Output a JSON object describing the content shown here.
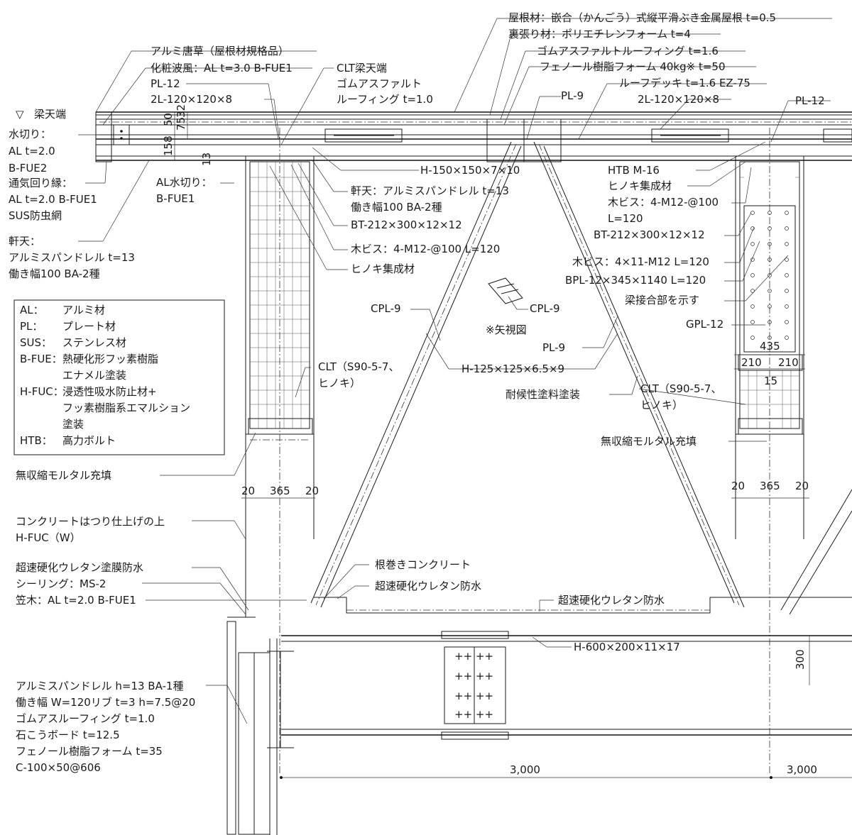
{
  "labels": {
    "top_roof": "屋根材：嵌合（かんごう）式縦平滑ぶき金属屋根 t=0.5",
    "top_back": "裏張り材：ポリエチレンフォーム t=4",
    "top_rubber": "ゴムアスファルトルーフィング t=1.6",
    "top_phenol": "フェノール樹脂フォーム 40kg※ t=50",
    "top_deck": "ルーフデッキ t=1.6 EZ-75",
    "top_2l_r": "2L-120×120×8",
    "top_pl12_r": "PL-12",
    "al_karakusa": "アルミ唐草（屋根材規格品）",
    "kesho": "化粧波風：AL t=3.0 B-FUE1",
    "pl12_l": "PL-12",
    "l2_l": "2L-120×120×8",
    "clt_top": "CLT梁天端",
    "clt_rubber1": "ゴムアスファルト",
    "clt_rubber2": "ルーフィング t=1.0",
    "pl9_top": "PL-9",
    "beam_top": "梁天端",
    "mizukiri1": "水切り：",
    "mizukiri2": "AL t=2.0",
    "mizukiri3": "B-FUE2",
    "tsuki1": "通気回り縁：",
    "tsuki2": "AL t=2.0 B-FUE1",
    "tsuki3": "SUS防虫網",
    "al_mizukiri1": "AL水切り：",
    "al_mizukiri2": "B-FUE1",
    "noki_l1": "軒天：",
    "noki_l2": "アルミスパンドレル t=13",
    "noki_l3": "働き幅100 BA-2種",
    "h150": "H-150×150×7×10",
    "noki_c1": "軒天：アルミスパンドレル t=13",
    "noki_c2": "働き幅100 BA-2種",
    "bt_l": "BT-212×300×12×12",
    "mokubisu_l": "木ビス：4-M12-@100 L=120",
    "hinoki_l": "ヒノキ集成材",
    "htb": "HTB M-16",
    "hinoki_r": "ヒノキ集成材",
    "mokubisu_r1": "木ビス：4-M12-@100",
    "mokubisu_r2": "L=120",
    "bt_r": "BT-212×300×12×12",
    "mokubisu_r3": "木ビス：4×11-M12 L=120",
    "bpl": "BPL-12×345×1140 L=120",
    "ryou": "梁接合部を示す",
    "gpl": "GPL-12",
    "cpl9_l": "CPL-9",
    "cpl9_c": "CPL-9",
    "yashi": "※矢視図",
    "pl9_c": "PL-9",
    "h125": "H-125×125×6.5×9",
    "taiko": "耐候性塗料塗装",
    "clt_l1": "CLT（S90-5-7、",
    "clt_l2": "ヒノキ）",
    "clt_r1": "CLT（S90-5-7、",
    "clt_r2": "ヒノキ）",
    "mortar_l": "無収縮モルタル充填",
    "mortar_r": "無収縮モルタル充填",
    "konkuri1": "コンクリートはつり仕上げの上",
    "konkuri2": "H-FUC（W）",
    "urethan1": "超速硬化ウレタン塗膜防水",
    "sealing": "シーリング：MS-2",
    "kasagi": "笠木：AL t=2.0 B-FUE1",
    "nemaki": "根巻きコンクリート",
    "urethan_c": "超速硬化ウレタン防水",
    "urethan_r": "超速硬化ウレタン防水",
    "h600": "H-600×200×11×17",
    "span1": "アルミスパンドレル h=13 BA-1種",
    "span2": "働き幅 W=120リブ t=3 h=7.5@20",
    "span3": "ゴムアスルーフィング t=1.0",
    "span4": "石こうボード t=12.5",
    "span5": "フェノール樹脂フォーム t=35",
    "span6": "C-100×50@606"
  },
  "legend": [
    {
      "key": "AL：",
      "value": "アルミ材"
    },
    {
      "key": "PL：",
      "value": "プレート材"
    },
    {
      "key": "SUS：",
      "value": "ステンレス材"
    },
    {
      "key": "B-FUE：",
      "value": "熱硬化形フッ素樹脂"
    },
    {
      "key": "",
      "value": "エナメル塗装"
    },
    {
      "key": "H-FUC：",
      "value": "浸透性吸水防止材+"
    },
    {
      "key": "",
      "value": "フッ素樹脂系エマルション"
    },
    {
      "key": "",
      "value": "塗装"
    },
    {
      "key": "HTB：",
      "value": "高力ボルト"
    }
  ],
  "dims": {
    "d50": "50",
    "d75": "75",
    "d32": "32",
    "d158": "158",
    "d13": "13",
    "d20a": "20",
    "d365a": "365",
    "d20b": "20",
    "d20c": "20",
    "d365b": "365",
    "d20d": "20",
    "d435": "435",
    "d210a": "210",
    "d210b": "210",
    "d15": "15",
    "d300": "300",
    "d3000a": "3,000",
    "d3000b": "3,000"
  }
}
